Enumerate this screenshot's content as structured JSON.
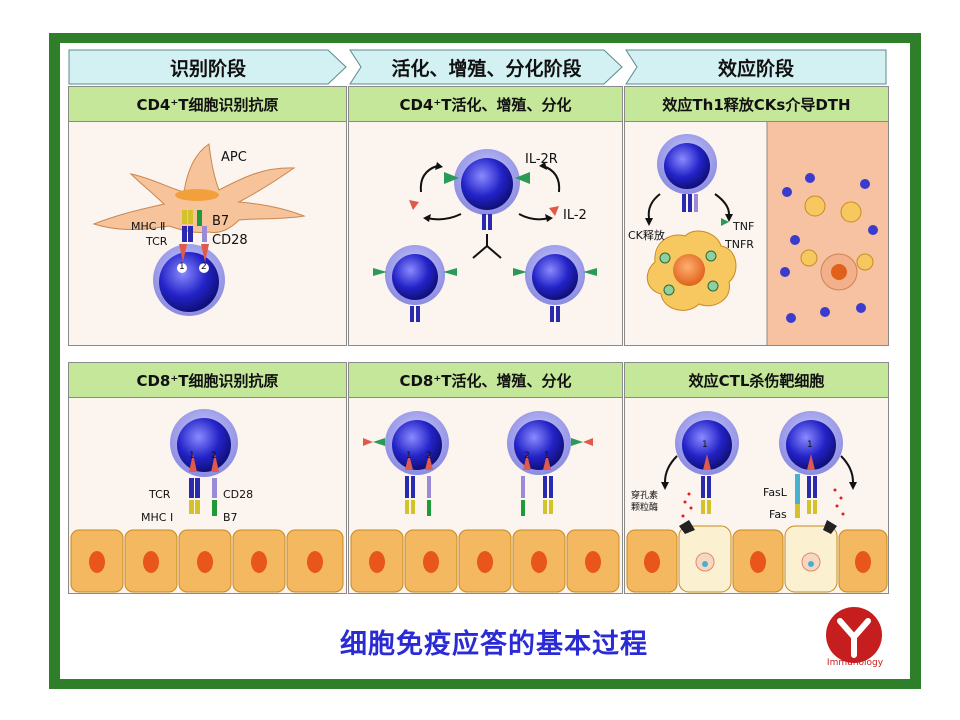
{
  "banners": {
    "stage1": "识别阶段",
    "stage2": "活化、增殖、分化阶段",
    "stage3": "效应阶段"
  },
  "panels": {
    "p1": {
      "title": "CD4⁺T细胞识别抗原",
      "labels": {
        "apc": "APC",
        "mhc": "MHC Ⅱ",
        "tcr": "TCR",
        "b7": "B7",
        "cd28": "CD28",
        "sig1": "1",
        "sig2": "2"
      }
    },
    "p2": {
      "title": "CD4⁺T活化、增殖、分化",
      "labels": {
        "il2r": "IL-2R",
        "il2": "IL-2"
      }
    },
    "p3": {
      "title": "效应Th1释放CKs介导DTH",
      "labels": {
        "ck": "CK释放",
        "tnf": "TNF",
        "tnfr": "TNFR"
      }
    },
    "p4": {
      "title": "CD8⁺T细胞识别抗原",
      "labels": {
        "tcr": "TCR",
        "cd28": "CD28",
        "mhc": "MHC Ⅰ",
        "b7": "B7",
        "sig1": "1",
        "sig2": "2"
      }
    },
    "p5": {
      "title": "CD8⁺T活化、增殖、分化",
      "labels": {
        "s1": "1",
        "s2": "2"
      }
    },
    "p6": {
      "title": "效应CTL杀伤靶细胞",
      "labels": {
        "perforin": "穿孔素",
        "granzyme": "颗粒酶",
        "fasl": "FasL",
        "fas": "Fas",
        "sig1": "1"
      }
    }
  },
  "caption": "细胞免疫应答的基本过程",
  "logo_text": "Immunology",
  "colors": {
    "frame": "#2f7f2a",
    "banner": "#d3f1f3",
    "panel_title": "#c5e79a",
    "caption": "#2b2bd6",
    "cell": "#3b3bcc"
  }
}
